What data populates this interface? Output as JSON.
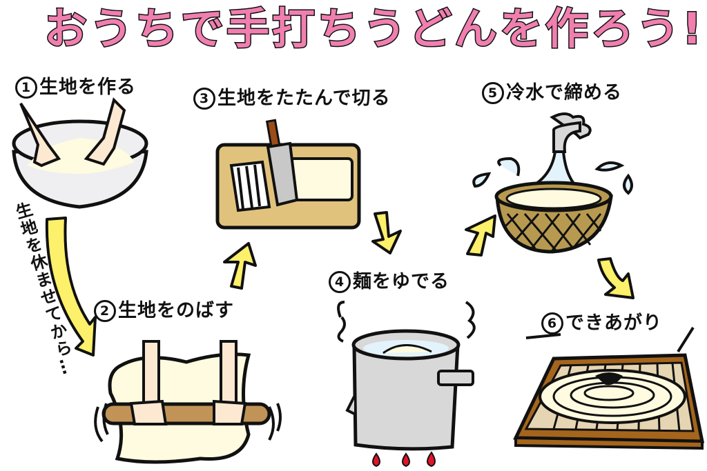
{
  "title": "おうちで手打ちうどんを作ろう!",
  "steps": [
    {
      "number": "1",
      "label": "生地を作る"
    },
    {
      "number": "2",
      "label": "生地をのばす"
    },
    {
      "number": "3",
      "label": "生地をたたんで切る"
    },
    {
      "number": "4",
      "label": "麺をゆでる"
    },
    {
      "number": "5",
      "label": "冷水で締める"
    },
    {
      "number": "6",
      "label": "できあがり"
    }
  ],
  "rest_note": "生地を休ませてから…",
  "colors": {
    "title_pink": "#f07fb0",
    "arrow_yellow": "#fdf06a",
    "dough": "#fffbe0",
    "skin": "#fde9d2",
    "wood_board": "#e1c27d",
    "rolling_pin": "#c19357",
    "pot_gray": "#d8d8d8",
    "water_blue": "#e3f3fb",
    "basket": "#b79a50",
    "zaru_frame": "#a5651c",
    "zaru_slats": "#e6d5b2",
    "flame_red": "#e0142a",
    "outline": "#111111"
  }
}
